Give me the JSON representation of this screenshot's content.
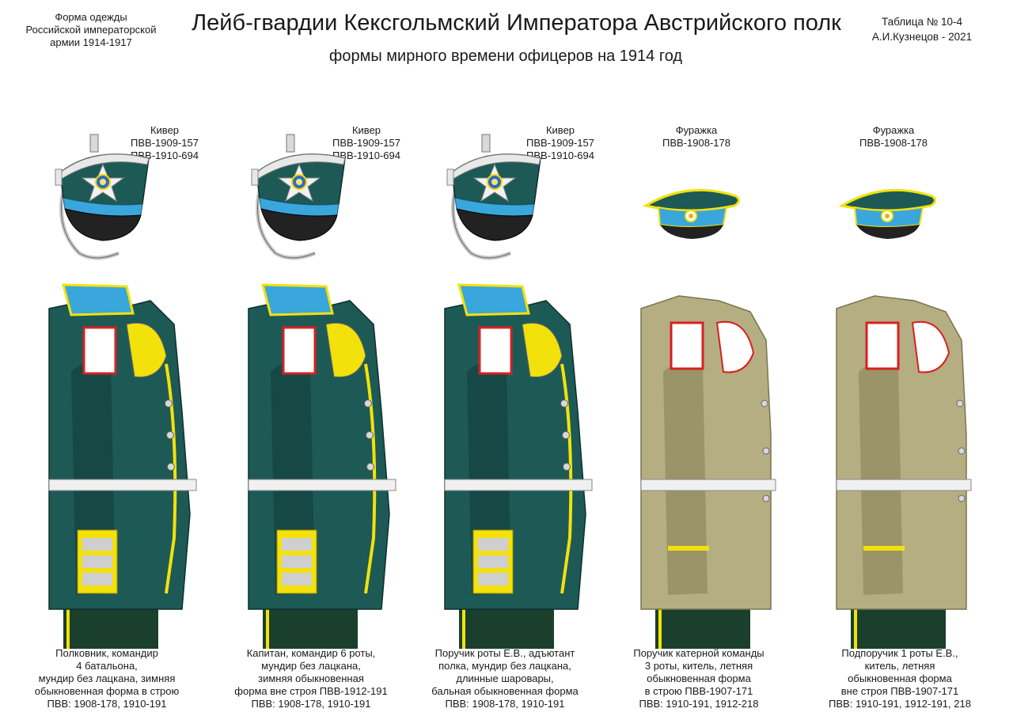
{
  "header": {
    "left_lines": [
      "Форма одежды",
      "Российской императорской",
      "армии  1914-1917"
    ],
    "title": "Лейб-гвардии Кексгольмский Императора Австрийского полк",
    "subtitle": "формы мирного времени офицеров на 1914 год",
    "right_lines": [
      "Таблица №  10-4",
      "А.И.Кузнецов - 2021"
    ]
  },
  "figures": [
    {
      "hat_lines": [
        "Кивер",
        "ПВВ-1909-157",
        "ПВВ-1910-694"
      ],
      "hat_type": "kiver",
      "tunic": "green",
      "caption_lines": [
        "Полковник, командир",
        "4 батальона,",
        "мундир без лацкана, зимняя",
        "обыкновенная форма в строю",
        "ПВВ: 1908-178, 1910-191"
      ]
    },
    {
      "hat_lines": [
        "Кивер",
        "ПВВ-1909-157",
        "ПВВ-1910-694"
      ],
      "hat_type": "kiver",
      "tunic": "green",
      "caption_lines": [
        "Капитан, командир 6 роты,",
        "мундир без лацкана,",
        "зимняя обыкновенная",
        "форма вне строя ПВВ-1912-191",
        "ПВВ: 1908-178, 1910-191"
      ]
    },
    {
      "hat_lines": [
        "Кивер",
        "ПВВ-1909-157",
        "ПВВ-1910-694"
      ],
      "hat_type": "kiver",
      "tunic": "green",
      "caption_lines": [
        "Поручик роты Е.В., адъютант",
        "полка, мундир без лацкана,",
        "длинные шаровары,",
        "бальная обыкновенная форма",
        "ПВВ: 1908-178, 1910-191"
      ]
    },
    {
      "hat_lines": [
        "Фуражка",
        "ПВВ-1908-178"
      ],
      "hat_type": "cap",
      "tunic": "khaki",
      "caption_lines": [
        "Поручик катерной команды",
        "3 роты, китель, летняя",
        "обыкновенная форма",
        "в строю ПВВ-1907-171",
        "ПВВ: 1910-191, 1912-218"
      ]
    },
    {
      "hat_lines": [
        "Фуражка",
        "ПВВ-1908-178"
      ],
      "hat_type": "cap",
      "tunic": "khaki",
      "caption_lines": [
        "Подпоручик 1 роты Е.В.,",
        "китель, летняя",
        "обыкновенная форма",
        "вне строя ПВВ-1907-171",
        "ПВВ: 1910-191, 1912-191, 218"
      ]
    }
  ],
  "colors": {
    "tunic_green": "#1d5a56",
    "tunic_green_dark": "#164845",
    "tunic_khaki": "#b4ae82",
    "tunic_khaki_dark": "#9a9468",
    "collar_blue": "#3aa7dc",
    "piping_yellow": "#f3e10b",
    "trousers": "#1a3f2c"
  }
}
